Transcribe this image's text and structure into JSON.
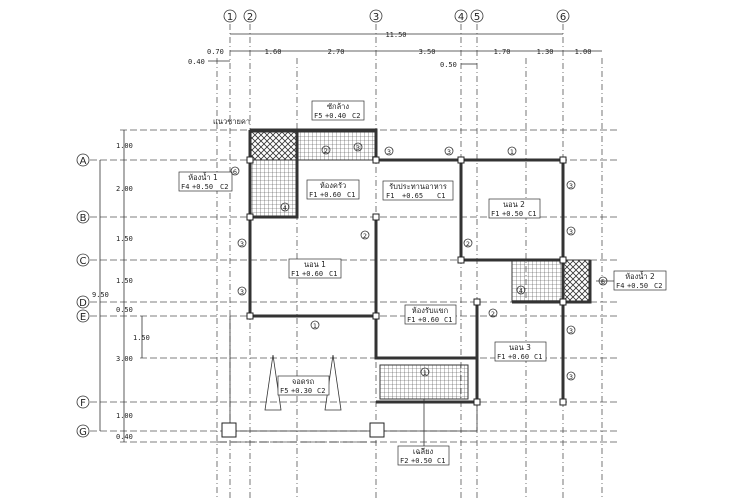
{
  "columns": [
    "1",
    "2",
    "3",
    "4",
    "5",
    "6"
  ],
  "rows": [
    "A",
    "B",
    "C",
    "D",
    "E",
    "F",
    "G"
  ],
  "top_dims": {
    "total": "11.50",
    "segments": [
      "0.70",
      "1.60",
      "2.70",
      "3.50",
      "1.70",
      "1.30",
      "1.00"
    ],
    "offset_left": "0.40",
    "offset_45": "0.50"
  },
  "left_dims": {
    "segments": [
      "1.00",
      "2.00",
      "1.50",
      "1.50",
      "0.50",
      "3.00",
      "1.00",
      "0.40"
    ],
    "total": "9.50",
    "inner": "1.50"
  },
  "eave_line": "แนวชายคา",
  "rooms": {
    "laundry": {
      "name": "ซักล้าง",
      "f": "F5",
      "lvl": "+0.40",
      "c": "C2"
    },
    "bath1": {
      "name": "ห้องน้ำ 1",
      "f": "F4",
      "lvl": "+0.50",
      "c": "C2"
    },
    "kitchen": {
      "name": "ห้องครัว",
      "f": "F1",
      "lvl": "+0.60",
      "c": "C1"
    },
    "dining": {
      "name": "รับประทานอาหาร",
      "f": "F1",
      "lvl": "+0.65",
      "c": "C1"
    },
    "bed2": {
      "name": "นอน 2",
      "f": "F1",
      "lvl": "+0.50",
      "c": "C1"
    },
    "bath2": {
      "name": "ห้องน้ำ 2",
      "f": "F4",
      "lvl": "+0.50",
      "c": "C2"
    },
    "bed1": {
      "name": "นอน 1",
      "f": "F1",
      "lvl": "+0.60",
      "c": "C1"
    },
    "living": {
      "name": "ห้องรับแขก",
      "f": "F1",
      "lvl": "+0.60",
      "c": "C1"
    },
    "bed3": {
      "name": "นอน 3",
      "f": "F1",
      "lvl": "+0.60",
      "c": "C1"
    },
    "carport": {
      "name": "จอดรถ",
      "f": "F5",
      "lvl": "+0.30",
      "c": "C2"
    },
    "porch": {
      "name": "เฉลียง",
      "f": "F2",
      "lvl": "+0.50",
      "c": "C1"
    }
  },
  "tags": {
    "t1": "1",
    "t2": "2",
    "t3": "3",
    "t4": "4",
    "t6": "6"
  }
}
